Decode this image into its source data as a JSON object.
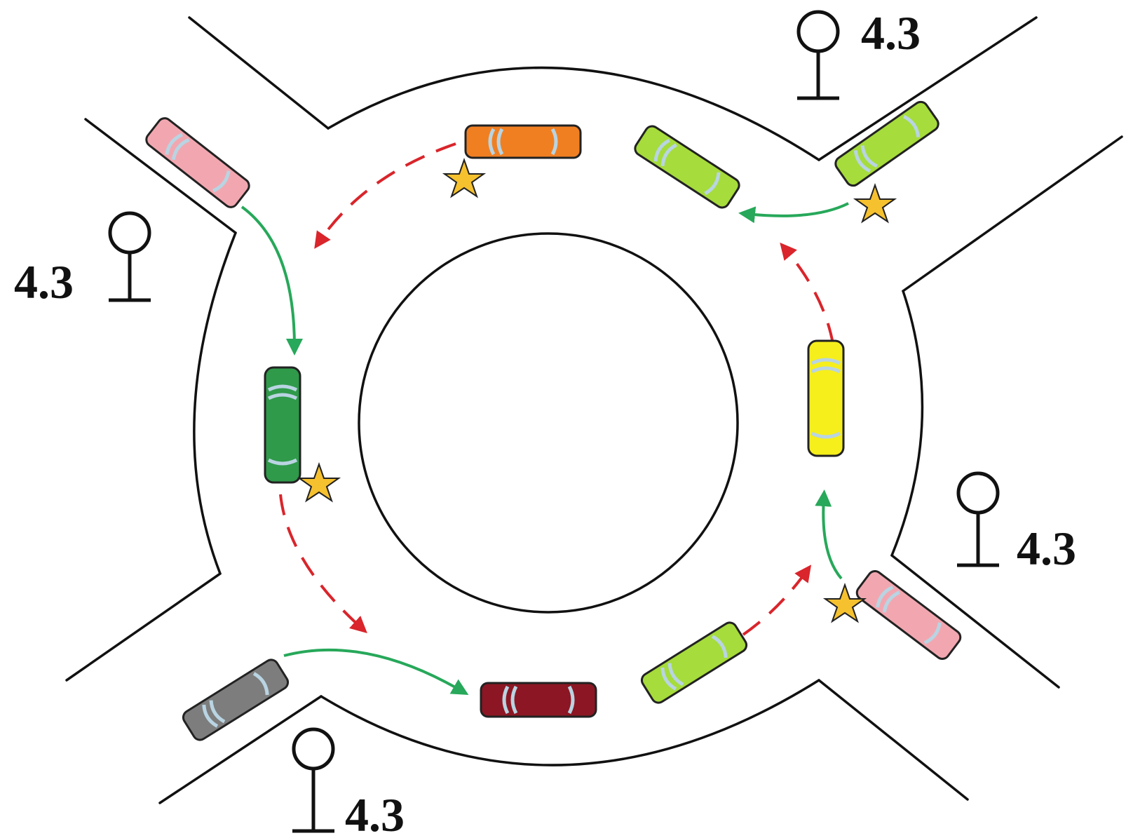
{
  "signs": [
    {
      "label": "4.3",
      "position": "top-right"
    },
    {
      "label": "4.3",
      "position": "left"
    },
    {
      "label": "4.3",
      "position": "right"
    },
    {
      "label": "4.3",
      "position": "bottom"
    }
  ],
  "colors": {
    "line": "#111111",
    "background": "#ffffff",
    "yield_arrow": "#d9252b",
    "priority_arrow": "#27a85a",
    "star": "#f6c12e",
    "window": "#b9d4e2",
    "cars": {
      "orange": "#f07f22",
      "light_green": "#a6dc3b",
      "pink": "#f2a7b0",
      "green": "#2f9a4a",
      "yellow": "#f6ef1c",
      "gray": "#7d7d7d",
      "maroon": "#8c1623"
    }
  },
  "cars": [
    {
      "id": "orange-top",
      "color": "orange",
      "marked_star": true
    },
    {
      "id": "lightgreen-top",
      "color": "light_green",
      "marked_star": false
    },
    {
      "id": "lightgreen-ne-entry",
      "color": "light_green",
      "marked_star": true
    },
    {
      "id": "pink-nw-entry",
      "color": "pink",
      "marked_star": false
    },
    {
      "id": "green-left",
      "color": "green",
      "marked_star": true
    },
    {
      "id": "yellow-right",
      "color": "yellow",
      "marked_star": false
    },
    {
      "id": "pink-se-entry",
      "color": "pink",
      "marked_star": true
    },
    {
      "id": "lightgreen-bottom",
      "color": "light_green",
      "marked_star": false
    },
    {
      "id": "maroon-bottom",
      "color": "maroon",
      "marked_star": false
    },
    {
      "id": "gray-sw-entry",
      "color": "gray",
      "marked_star": false
    }
  ]
}
